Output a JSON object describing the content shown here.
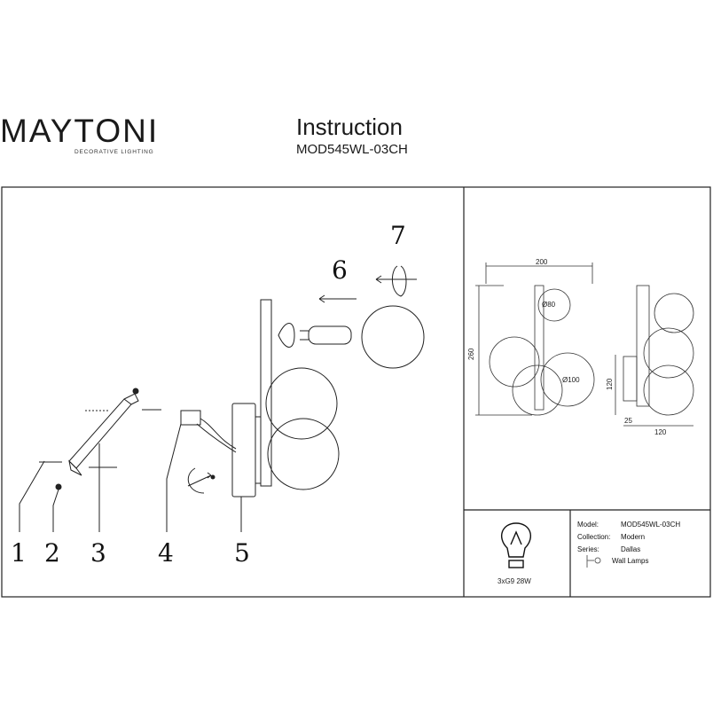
{
  "brand": {
    "name": "MAYTONI",
    "tagline": "DECORATIVE LIGHTING"
  },
  "header": {
    "title": "Instruction",
    "model": "MOD545WL-03CH"
  },
  "steps": [
    "1",
    "2",
    "3",
    "4",
    "5",
    "6",
    "7"
  ],
  "dimensions": {
    "width": "200",
    "height": "260",
    "small_globe": "Ø80",
    "large_globe": "Ø100",
    "side_height": "120",
    "side_offset": "25",
    "side_depth": "120"
  },
  "lamp": {
    "spec": "3xG9 28W"
  },
  "info": {
    "model_label": "Model:",
    "model_value": "MOD545WL-03CH",
    "collection_label": "Collection:",
    "collection_value": "Modern",
    "series_label": "Series:",
    "series_value": "Dallas",
    "type_value": "Wall Lamps"
  }
}
